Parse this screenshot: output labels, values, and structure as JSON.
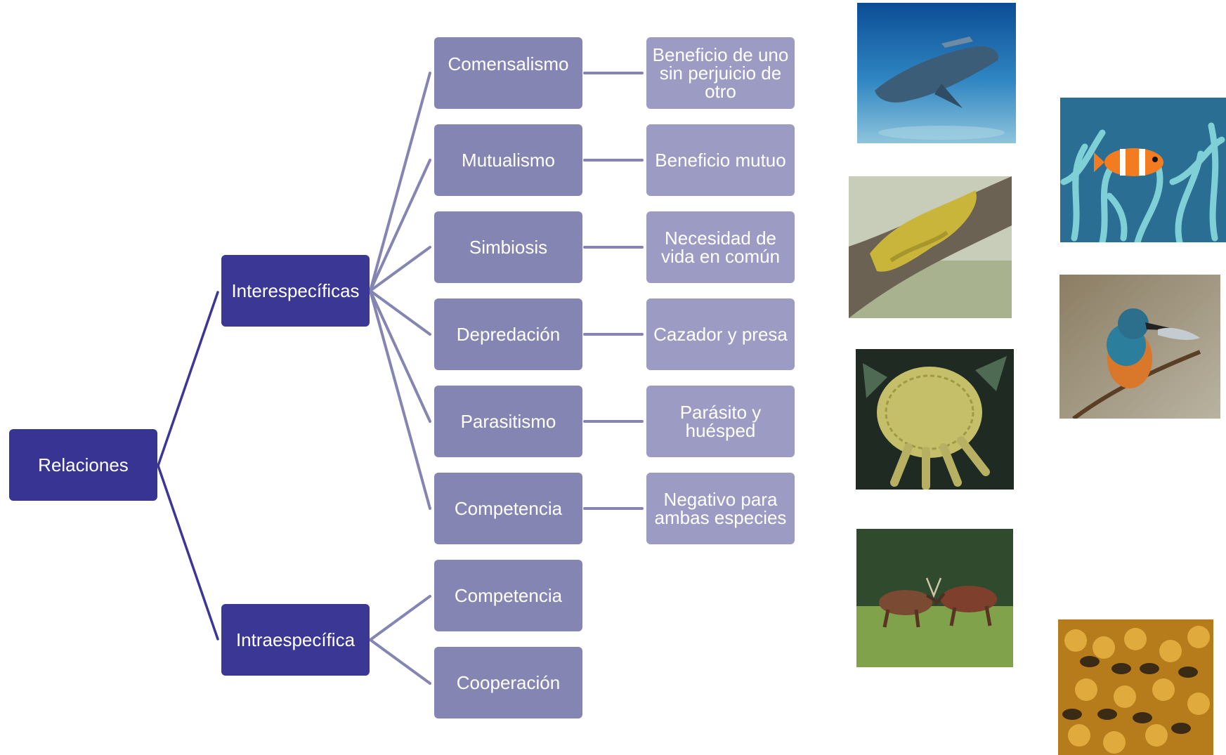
{
  "diagram": {
    "root": {
      "label": "Relaciones"
    },
    "groups": [
      {
        "label": "Interespecíficas",
        "items": [
          {
            "label": "Comensalismo",
            "description": "Beneficio de uno sin perjuicio de otro"
          },
          {
            "label": "Mutualismo",
            "description": "Beneficio mutuo"
          },
          {
            "label": "Simbiosis",
            "description": "Necesidad de vida en común"
          },
          {
            "label": "Depredación",
            "description": "Cazador y presa"
          },
          {
            "label": "Parasitismo",
            "description": "Parásito y huésped"
          },
          {
            "label": "Competencia",
            "description": "Negativo para ambas especies"
          }
        ]
      },
      {
        "label": "Intraespecífica",
        "items": [
          {
            "label": "Competencia"
          },
          {
            "label": "Cooperación"
          }
        ]
      }
    ],
    "colors": {
      "root": "#373493",
      "group": "#3a3795",
      "item": "#8585b3",
      "description": "#9b9bc3",
      "connector_group": "#3a3795",
      "connector_item": "#8585b3"
    }
  },
  "photos": [
    {
      "name": "shark-with-remoras-photo"
    },
    {
      "name": "clownfish-anemone-photo"
    },
    {
      "name": "lichen-on-branch-photo"
    },
    {
      "name": "kingfisher-with-fish-photo"
    },
    {
      "name": "mite-microscope-photo"
    },
    {
      "name": "deer-fighting-photo"
    },
    {
      "name": "honeybees-comb-photo"
    }
  ]
}
